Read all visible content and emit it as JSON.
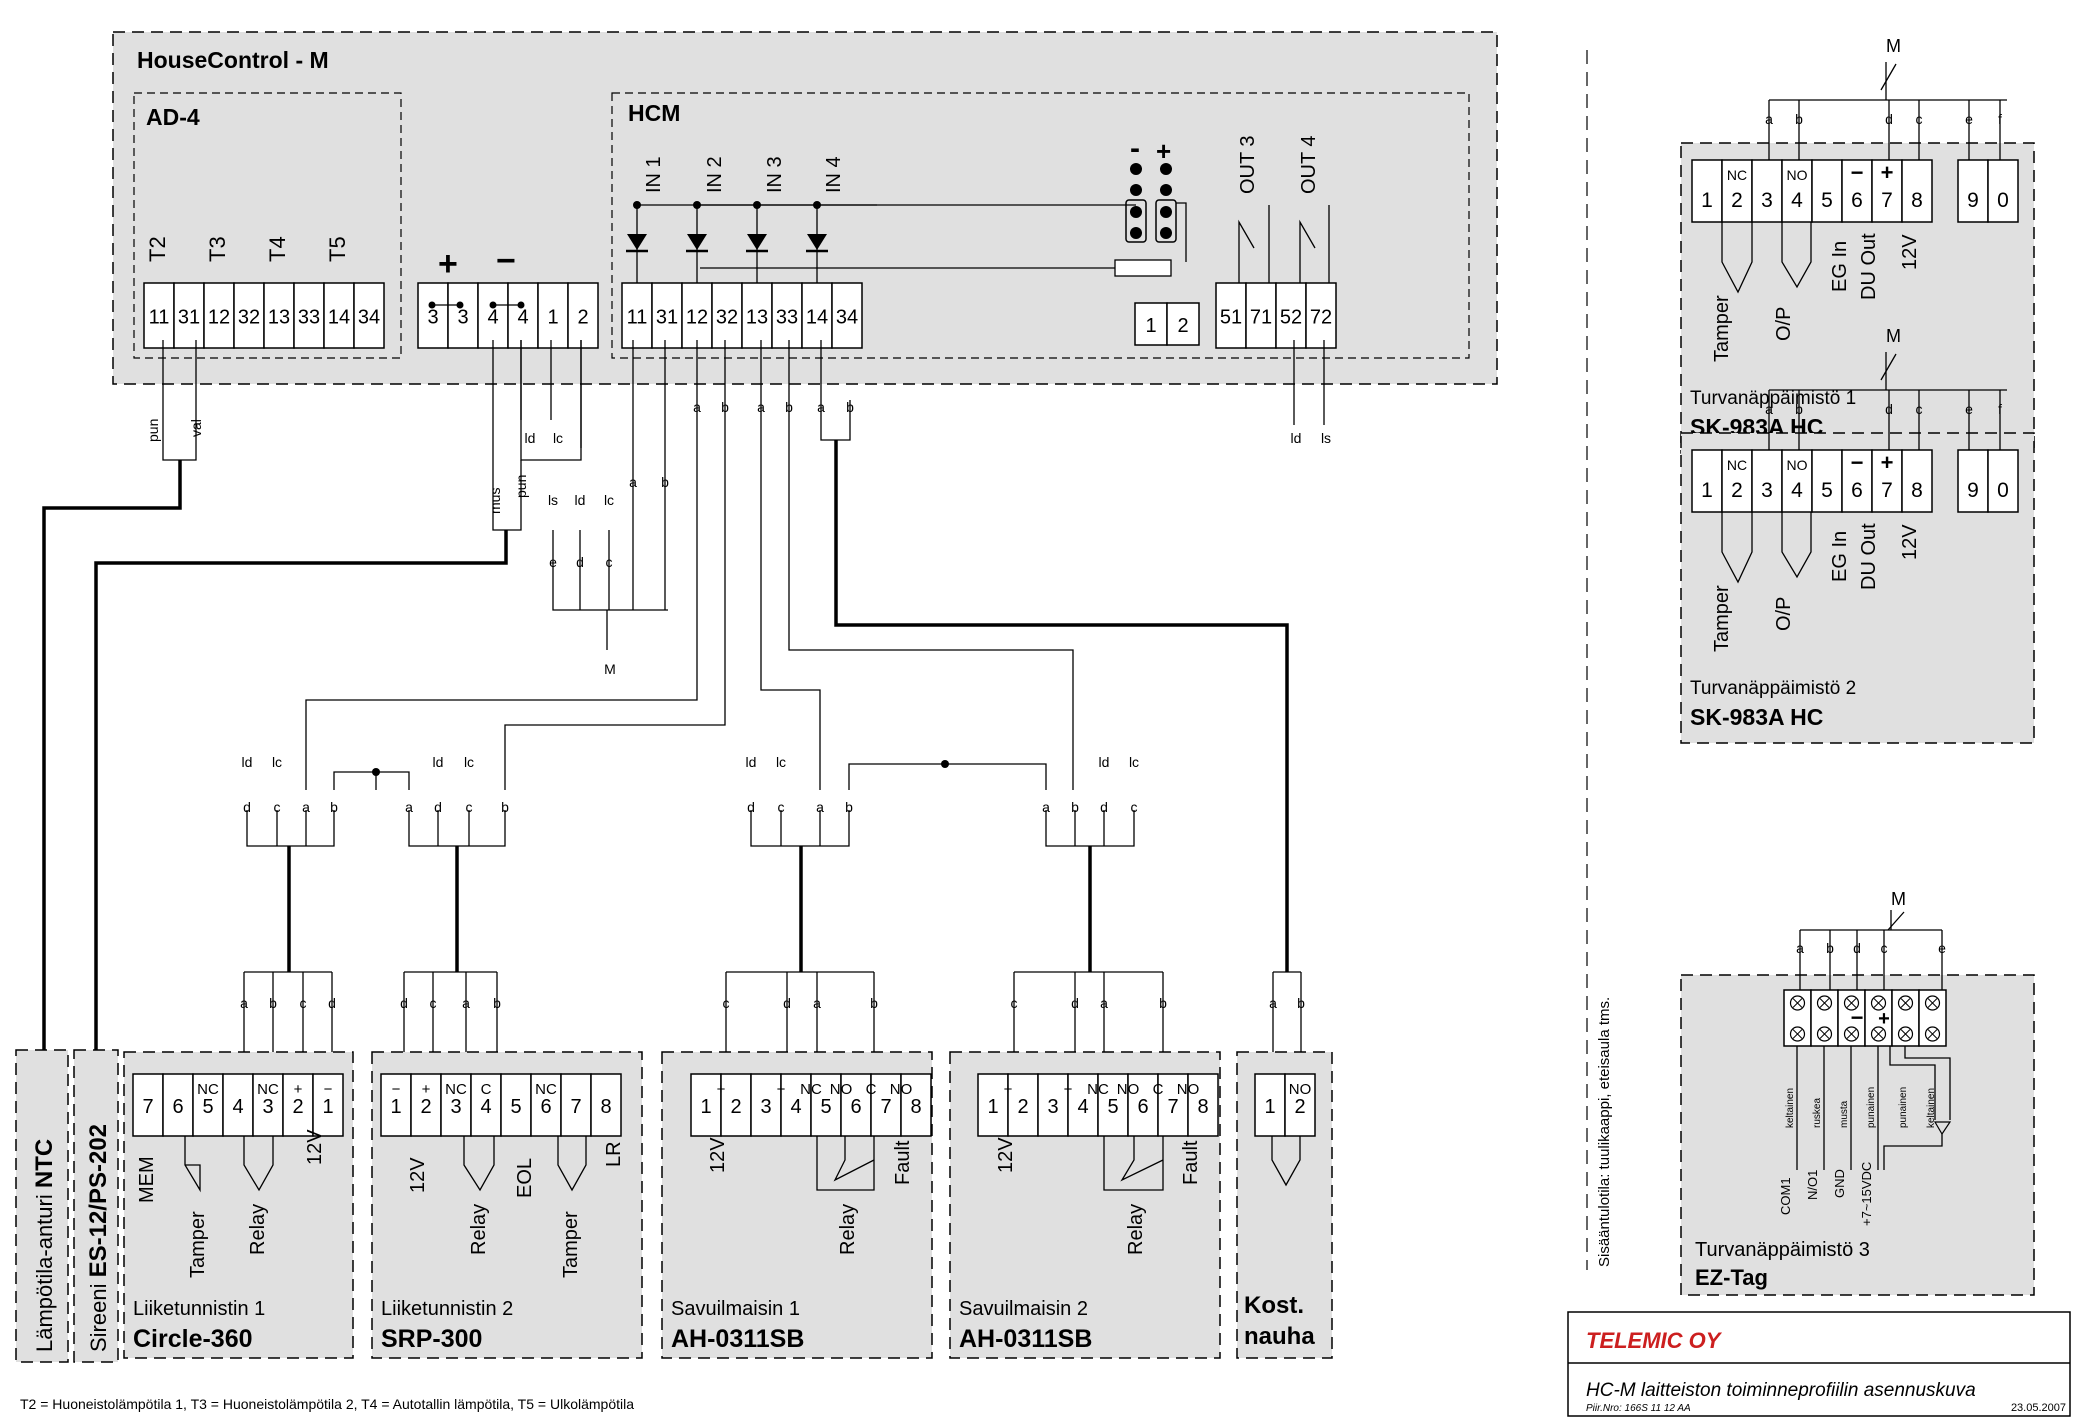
{
  "main": {
    "title": "HouseControl - M",
    "ad4": {
      "title": "AD-4",
      "sensors": [
        "T2",
        "T3",
        "T4",
        "T5"
      ],
      "terminals": [
        "11",
        "31",
        "12",
        "32",
        "13",
        "33",
        "14",
        "34"
      ]
    },
    "power": {
      "plus": "+",
      "minus": "−",
      "terminals": [
        "3",
        "3",
        "4",
        "4",
        "1",
        "2"
      ]
    },
    "hcm": {
      "title": "HCM",
      "inputs": [
        "IN 1",
        "IN 2",
        "IN 3",
        "IN 4"
      ],
      "terminals": [
        "11",
        "31",
        "12",
        "32",
        "13",
        "33",
        "14",
        "34"
      ],
      "aux_terminals": [
        "1",
        "2"
      ],
      "jumper_minus": "-",
      "jumper_plus": "+",
      "outputs": [
        "OUT 3",
        "OUT 4"
      ],
      "out_terminals": [
        "51",
        "71",
        "52",
        "72"
      ]
    }
  },
  "wires": {
    "pun": "pun",
    "val": "val",
    "mus": "mus",
    "ld": "ld",
    "lc": "lc",
    "ls": "ls",
    "a": "a",
    "b": "b",
    "c": "c",
    "d": "d",
    "e": "e",
    "f": "f",
    "M": "M"
  },
  "devices": {
    "ntc": {
      "label": "Lämpötila-anturi ",
      "bold": "NTC"
    },
    "siren": {
      "label": "Sireeni ",
      "bold": "ES-12/PS-202"
    },
    "motion1": {
      "caption": "Liiketunnistin 1",
      "model": "Circle-360",
      "terminals": [
        "7",
        "6",
        "5",
        "4",
        "3",
        "2",
        "1"
      ],
      "tops": [
        "NC",
        "NC",
        "+",
        "−"
      ],
      "labels": [
        "MEM",
        "Tamper",
        "Relay",
        "12V"
      ]
    },
    "motion2": {
      "caption": "Liiketunnistin 2",
      "model": "SRP-300",
      "terminals": [
        "1",
        "2",
        "3",
        "4",
        "5",
        "6",
        "7",
        "8"
      ],
      "tops": [
        "−",
        "+",
        "NC",
        "C",
        "NC"
      ],
      "labels": [
        "12V",
        "Relay",
        "EOL",
        "Tamper",
        "LR"
      ]
    },
    "smoke1": {
      "caption": "Savuilmaisin 1",
      "model": "AH-0311SB",
      "terminals": [
        "1",
        "2",
        "3",
        "4",
        "5",
        "6",
        "7",
        "8"
      ],
      "tops": [
        "+",
        "−",
        "NC",
        "NO",
        "C",
        "NO"
      ],
      "labels": [
        "12V",
        "Relay",
        "Fault"
      ]
    },
    "smoke2": {
      "caption": "Savuilmaisin 2",
      "model": "AH-0311SB",
      "terminals": [
        "1",
        "2",
        "3",
        "4",
        "5",
        "6",
        "7",
        "8"
      ],
      "tops": [
        "+",
        "−",
        "NC",
        "NO",
        "C",
        "NO"
      ],
      "labels": [
        "12V",
        "Relay",
        "Fault"
      ]
    },
    "moist": {
      "model_line1": "Kost.",
      "model_line2": "nauha",
      "terminals": [
        "1",
        "2"
      ],
      "tops": [
        "NO"
      ]
    }
  },
  "keypads": {
    "vertical_note": "Sisääntulotila: tuulikaappi, eteisaula tms.",
    "k1": {
      "caption": "Turvanäppäimistö 1",
      "model": "SK-983A HC",
      "terminals": [
        "1",
        "2",
        "3",
        "4",
        "5",
        "6",
        "7",
        "8",
        "9",
        "0"
      ],
      "tops": [
        "NC",
        "NO",
        "−",
        "+"
      ],
      "labels": [
        "Tamper",
        "O/P",
        "EG In",
        "DU Out",
        "12V"
      ]
    },
    "k2": {
      "caption": "Turvanäppäimistö 2",
      "model": "SK-983A HC",
      "terminals": [
        "1",
        "2",
        "3",
        "4",
        "5",
        "6",
        "7",
        "8",
        "9",
        "0"
      ],
      "tops": [
        "NC",
        "NO",
        "−",
        "+"
      ],
      "labels": [
        "Tamper",
        "O/P",
        "EG In",
        "DU Out",
        "12V"
      ]
    },
    "k3": {
      "caption": "Turvanäppäimistö 3",
      "model": "EZ-Tag",
      "labels": [
        "COM1",
        "N/O1",
        "GND",
        "+7~15VDC"
      ],
      "wire_colors": [
        "keltainen",
        "ruskea",
        "musta",
        "punainen",
        "punainen",
        "keltainen"
      ],
      "minus": "−",
      "plus": "+"
    }
  },
  "footer": {
    "legend": "T2 = Huoneistolämpötila 1, T3 = Huoneistolämpötila 2, T4 = Autotallin lämpötila, T5 = Ulkolämpötila"
  },
  "titleblock": {
    "company": "TELEMIC OY",
    "title": "HC-M laitteiston toiminneprofiilin asennuskuva",
    "drawing_no": "Piir.Nro: 166S 11 12 AA",
    "date": "23.05.2007"
  }
}
